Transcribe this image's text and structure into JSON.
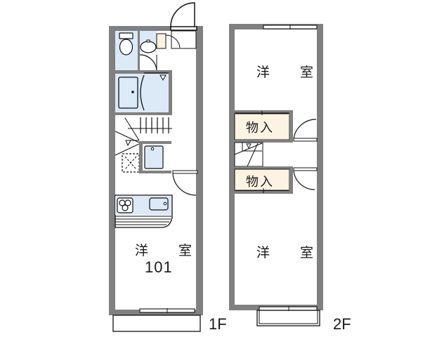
{
  "floorplan": {
    "colors": {
      "wall": "#808080",
      "wet_area": "#dce9f7",
      "storage": "#fcf3e3",
      "line": "#111111"
    },
    "first_floor": {
      "label": "1F",
      "main_room": {
        "label": "洋　室",
        "unit": "101"
      },
      "fixtures": [
        "toilet-icon",
        "washbasin-icon",
        "bathtub-icon",
        "refrigerator-space-icon",
        "stove-icon",
        "sink-icon",
        "stairs-icon",
        "washing-machine-space-icon",
        "entrance-door-icon"
      ]
    },
    "second_floor": {
      "label": "2F",
      "room_top": {
        "label": "洋　室"
      },
      "room_bottom": {
        "label": "洋　室"
      },
      "storage_top": {
        "label": "物入"
      },
      "storage_bottom": {
        "label": "物入"
      },
      "fixtures": [
        "stairs-icon",
        "balcony-icon"
      ]
    }
  }
}
